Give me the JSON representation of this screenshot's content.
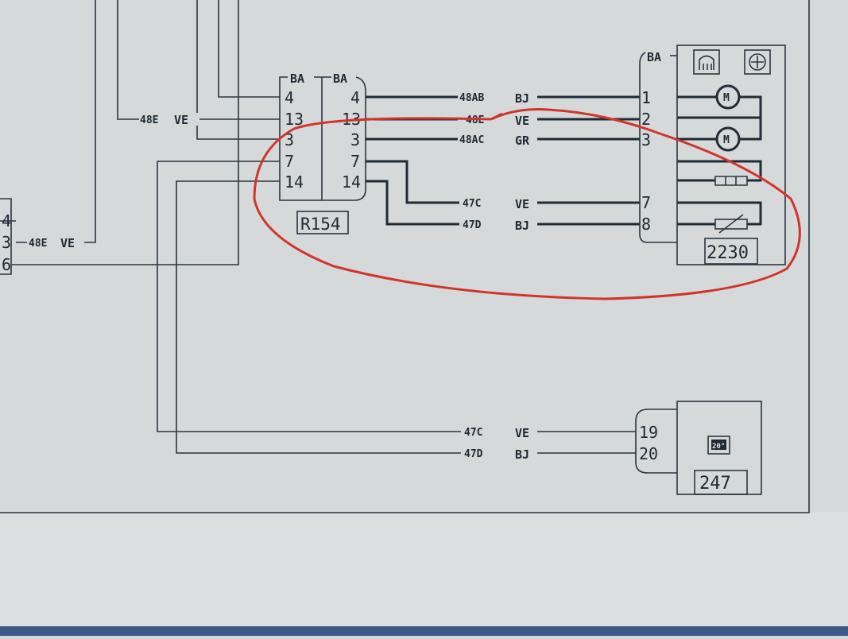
{
  "connector_left_edge": {
    "pins": [
      "4",
      "3",
      "6"
    ],
    "wire_label": {
      "code": "48E",
      "color": "VE"
    }
  },
  "r154": {
    "id": "R154",
    "side_a_label": "BA",
    "side_b_label": "BA",
    "pins_left": [
      "4",
      "13",
      "3",
      "7",
      "14"
    ],
    "pins_right": [
      "4",
      "13",
      "3",
      "7",
      "14"
    ],
    "left_wire_label": {
      "code": "48E",
      "color": "VE"
    }
  },
  "wires_to_2230": [
    {
      "code": "48AB",
      "color": "BJ"
    },
    {
      "code": "48E",
      "color": "VE"
    },
    {
      "code": "48AC",
      "color": "GR"
    },
    {
      "code": "47C",
      "color": "VE"
    },
    {
      "code": "47D",
      "color": "BJ"
    }
  ],
  "c2230": {
    "id": "2230",
    "connector_label": "BA",
    "pins": [
      "1",
      "2",
      "3",
      "7",
      "8"
    ]
  },
  "wires_to_247": [
    {
      "code": "47C",
      "color": "VE"
    },
    {
      "code": "47D",
      "color": "BJ"
    }
  ],
  "c247": {
    "id": "247",
    "pins": [
      "19",
      "20"
    ],
    "icon_text": "20°"
  },
  "colors": {
    "ink": "#1f2b35",
    "annotation": "#d0352b",
    "paper": "#d6d9da"
  }
}
